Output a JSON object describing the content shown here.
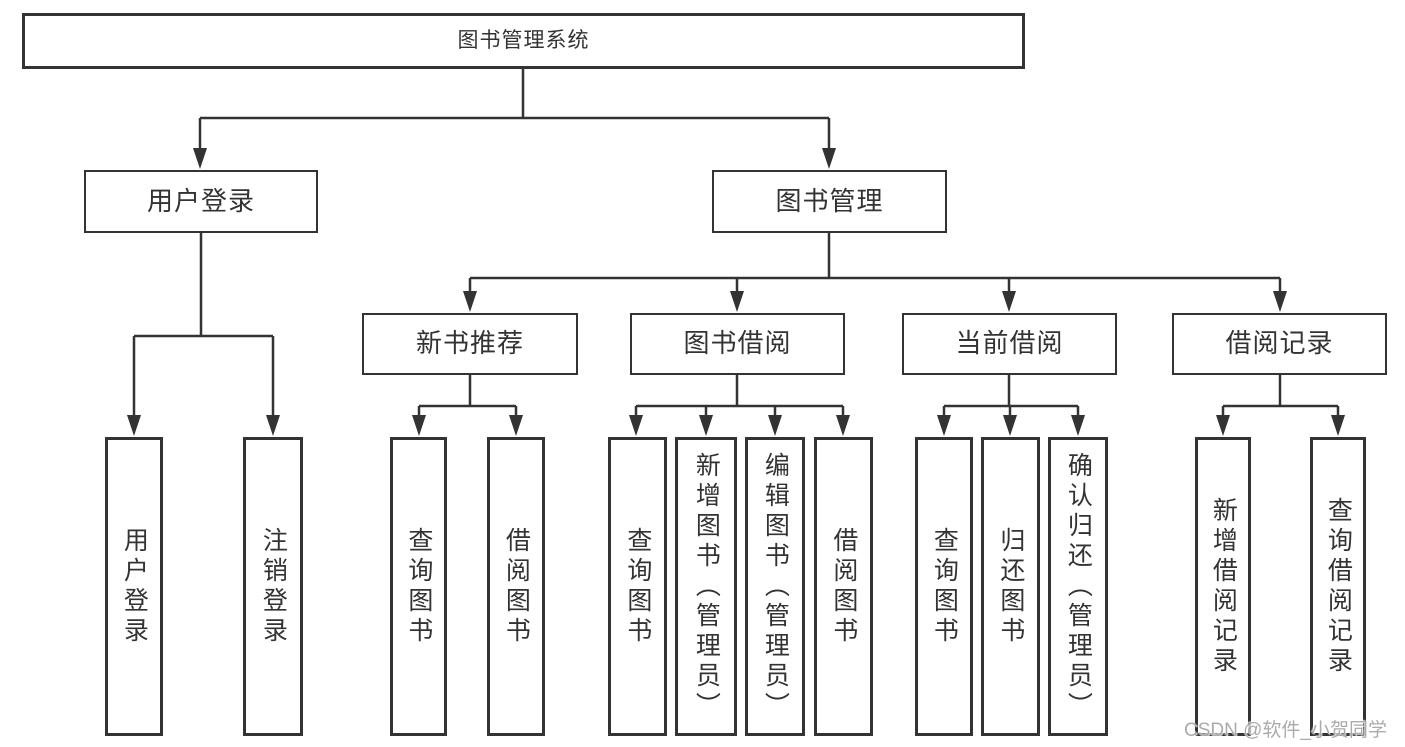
{
  "nodes": {
    "root": {
      "label": "图书管理系统"
    },
    "user_login": {
      "label": "用户登录"
    },
    "book_mgmt": {
      "label": "图书管理"
    },
    "new_book_rec": {
      "label": "新书推荐"
    },
    "book_borrow": {
      "label": "图书借阅"
    },
    "current_borrow": {
      "label": "当前借阅"
    },
    "borrow_records": {
      "label": "借阅记录"
    },
    "leaf_login": {
      "label": "用户登录"
    },
    "leaf_logout": {
      "label": "注销登录"
    },
    "leaf_nbr_query": {
      "label": "查询图书"
    },
    "leaf_nbr_borrow": {
      "label": "借阅图书"
    },
    "leaf_bb_query": {
      "label": "查询图书"
    },
    "leaf_bb_add": {
      "label": "新增图书（管理员）"
    },
    "leaf_bb_edit": {
      "label": "编辑图书（管理员）"
    },
    "leaf_bb_borrow": {
      "label": "借阅图书"
    },
    "leaf_cb_query": {
      "label": "查询图书"
    },
    "leaf_cb_return": {
      "label": "归还图书"
    },
    "leaf_cb_confirm": {
      "label": "确认归还（管理员）"
    },
    "leaf_br_add": {
      "label": "新增借阅记录"
    },
    "leaf_br_query": {
      "label": "查询借阅记录"
    }
  },
  "watermark": {
    "text": "CSDN @软件_小贺同学",
    "color": "#ababab"
  },
  "colors": {
    "line": "#333333",
    "box_border": "#333333",
    "text": "#333333",
    "background": "#ffffff"
  }
}
